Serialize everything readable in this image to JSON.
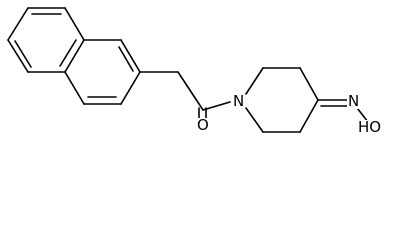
{
  "structure": {
    "kind": "skeletal-formula",
    "atom_labels": {
      "nitrogen": "N",
      "carbonyl_oxygen": "O",
      "oxime_group": "HO"
    },
    "colors": {
      "bonds": "#000000",
      "background": "#ffffff"
    }
  }
}
